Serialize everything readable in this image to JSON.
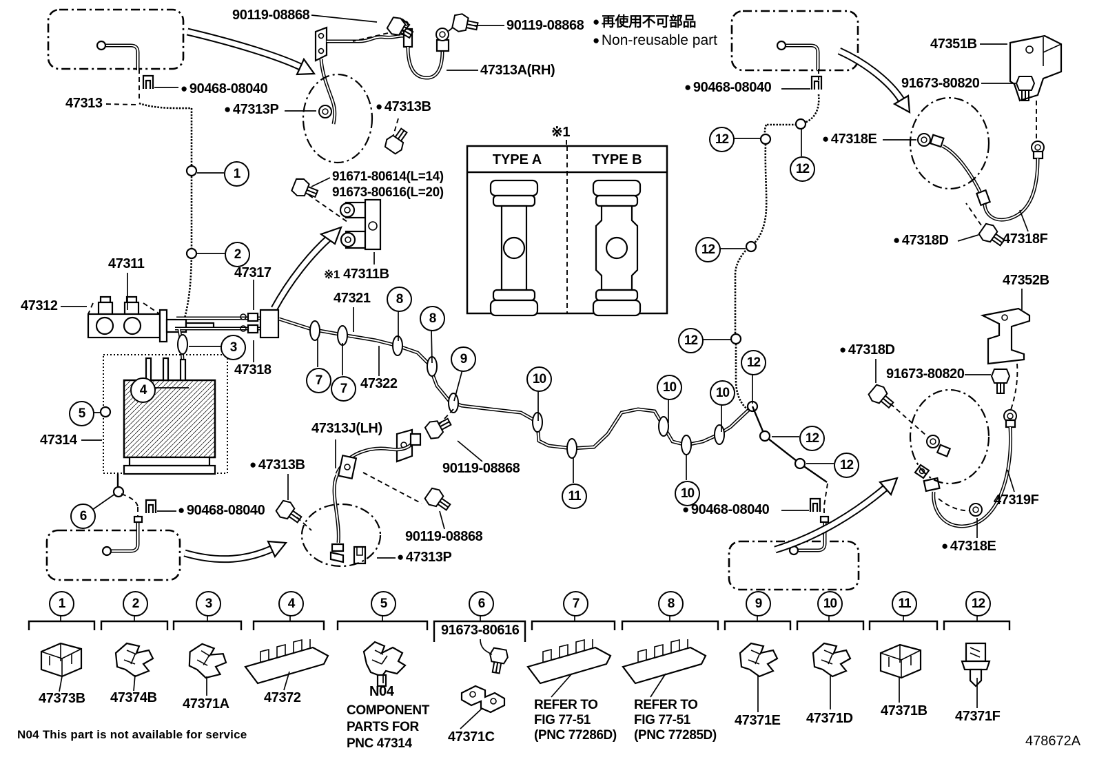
{
  "doc": {
    "figure_code": "478672A",
    "service_note": "N04 This part is not available for service",
    "ref_marker": "※1",
    "bullet": "●"
  },
  "legend": {
    "jp": "再使用不可部品",
    "en": "Non-reusable part"
  },
  "type_box": {
    "type_a": "TYPE A",
    "type_b": "TYPE B"
  },
  "balloons": {
    "n1": "1",
    "n2": "2",
    "n3": "3",
    "n4": "4",
    "n5": "5",
    "n6": "6",
    "n7": "7",
    "n8": "8",
    "n9": "9",
    "n10": "10",
    "n11": "11",
    "n12": "12"
  },
  "labels": {
    "l90119_tl": "90119-08868",
    "l90119_tr": "90119-08868",
    "l47313a": "47313A(RH)",
    "l90468_l1": "90468-08040",
    "l47313": "47313",
    "l47313p_t": "47313P",
    "l47313b_t": "47313B",
    "l91671": "91671-80614(L=14)",
    "l91673_616": "91673-80616(L=20)",
    "l47311b": "47311B",
    "l47311": "47311",
    "l47312": "47312",
    "l47317": "47317",
    "l47318": "47318",
    "l47321": "47321",
    "l47322": "47322",
    "l47314": "47314",
    "l47313j": "47313J(LH)",
    "l47313b_m": "47313B",
    "l90468_l2": "90468-08040",
    "l90119_m1": "90119-08868",
    "l90119_m2": "90119-08868",
    "l47313p_b": "47313P",
    "l90468_r1": "90468-08040",
    "l90468_r2": "90468-08040",
    "l47351b": "47351B",
    "l91673_820t": "91673-80820",
    "l47318e_t": "47318E",
    "l47318d_t": "47318D",
    "l47318f": "47318F",
    "l47352b": "47352B",
    "l47318d_m": "47318D",
    "l91673_820b": "91673-80820",
    "l47319f": "47319F",
    "l47318e_b": "47318E"
  },
  "legend_items": [
    {
      "num": "1",
      "name": "47373B"
    },
    {
      "num": "2",
      "name": "47374B"
    },
    {
      "num": "3",
      "name": "47371A"
    },
    {
      "num": "4",
      "name": "47372"
    },
    {
      "num": "5",
      "name": "N04",
      "lines": [
        "COMPONENT",
        "PARTS FOR",
        "PNC 47314"
      ]
    },
    {
      "num": "6",
      "top": "91673-80616",
      "name": "47371C"
    },
    {
      "num": "7",
      "lines": [
        "REFER TO",
        "FIG 77-51",
        "(PNC 77286D)"
      ]
    },
    {
      "num": "8",
      "lines": [
        "REFER TO",
        "FIG 77-51",
        "(PNC 77285D)"
      ]
    },
    {
      "num": "9",
      "name": "47371E"
    },
    {
      "num": "10",
      "name": "47371D"
    },
    {
      "num": "11",
      "name": "47371B"
    },
    {
      "num": "12",
      "name": "47371F"
    }
  ]
}
